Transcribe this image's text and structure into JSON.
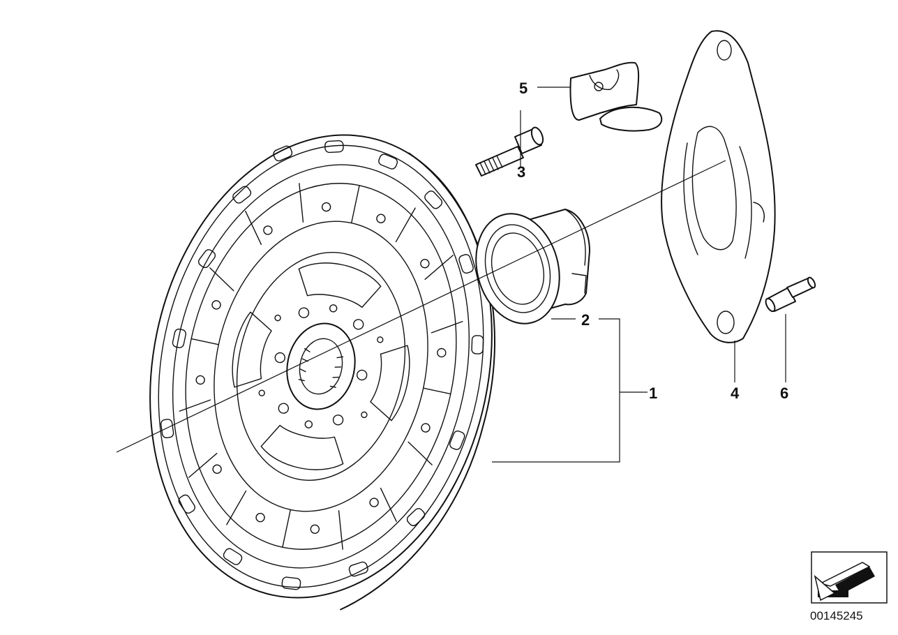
{
  "callouts": [
    {
      "id": "1",
      "label": "1"
    },
    {
      "id": "2",
      "label": "2"
    },
    {
      "id": "3",
      "label": "3"
    },
    {
      "id": "4",
      "label": "4"
    },
    {
      "id": "5",
      "label": "5"
    },
    {
      "id": "6",
      "label": "6"
    }
  ],
  "document_number": "00145245",
  "icons": {
    "orientation": "direction-arrow-icon"
  }
}
